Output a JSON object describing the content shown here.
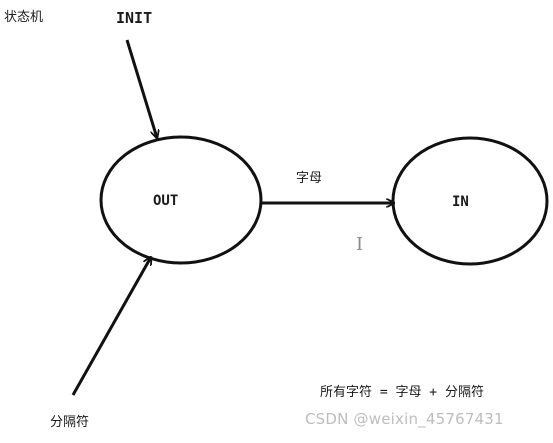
{
  "diagram": {
    "title": "状态机",
    "init_label": "INIT",
    "states": {
      "out": "OUT",
      "in": "IN"
    },
    "transition_label": "字母",
    "separator_label": "分隔符",
    "formula": "所有字符 = 字母 + 分隔符"
  },
  "watermark": "CSDN @weixin_45767431",
  "colors": {
    "stroke": "#111111",
    "watermark": "#bdbdbd",
    "background": "#ffffff"
  },
  "icons": {
    "cursor": "text-cursor-icon"
  }
}
